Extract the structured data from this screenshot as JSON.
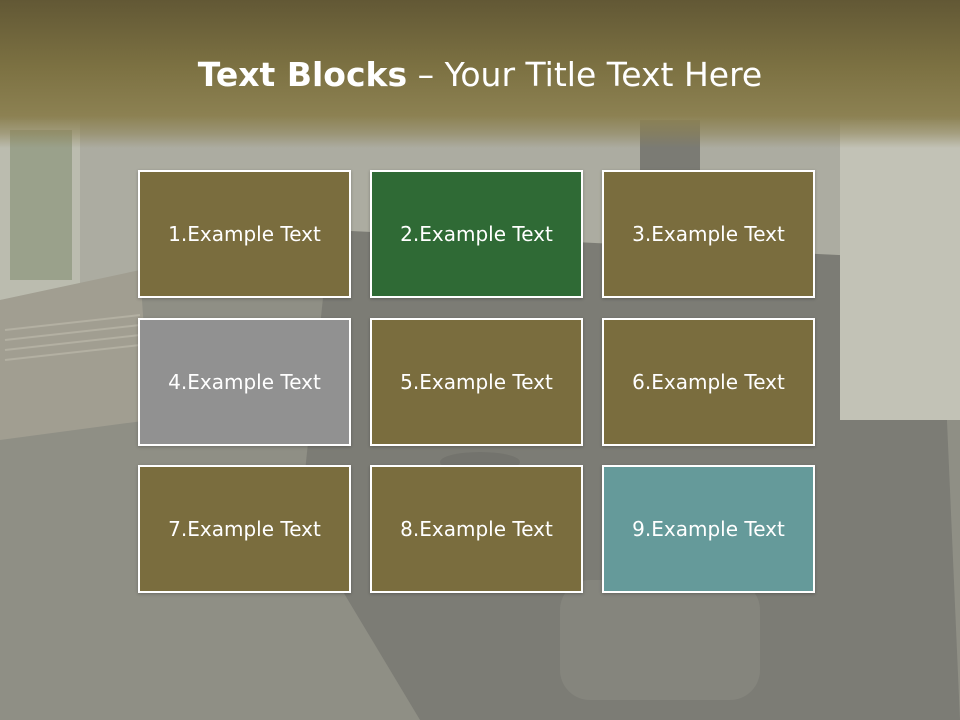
{
  "slide": {
    "title_bold": "Text Blocks",
    "title_rest": " – Your Title Text Here"
  },
  "colors": {
    "title_band": "#7c7142",
    "block_olive": "#7a6d3e",
    "block_green": "#2f6a35",
    "block_gray": "#919191",
    "block_teal": "#659a9a",
    "text": "#ffffff"
  },
  "blocks": [
    {
      "label": "1.Example Text",
      "color": "#7a6d3e"
    },
    {
      "label": "2.Example Text",
      "color": "#2f6a35"
    },
    {
      "label": "3.Example Text",
      "color": "#7a6d3e"
    },
    {
      "label": "4.Example Text",
      "color": "#919191"
    },
    {
      "label": "5.Example Text",
      "color": "#7a6d3e"
    },
    {
      "label": "6.Example Text",
      "color": "#7a6d3e"
    },
    {
      "label": "7.Example Text",
      "color": "#7a6d3e"
    },
    {
      "label": "8.Example Text",
      "color": "#7a6d3e"
    },
    {
      "label": "9.Example Text",
      "color": "#659a9a"
    }
  ]
}
